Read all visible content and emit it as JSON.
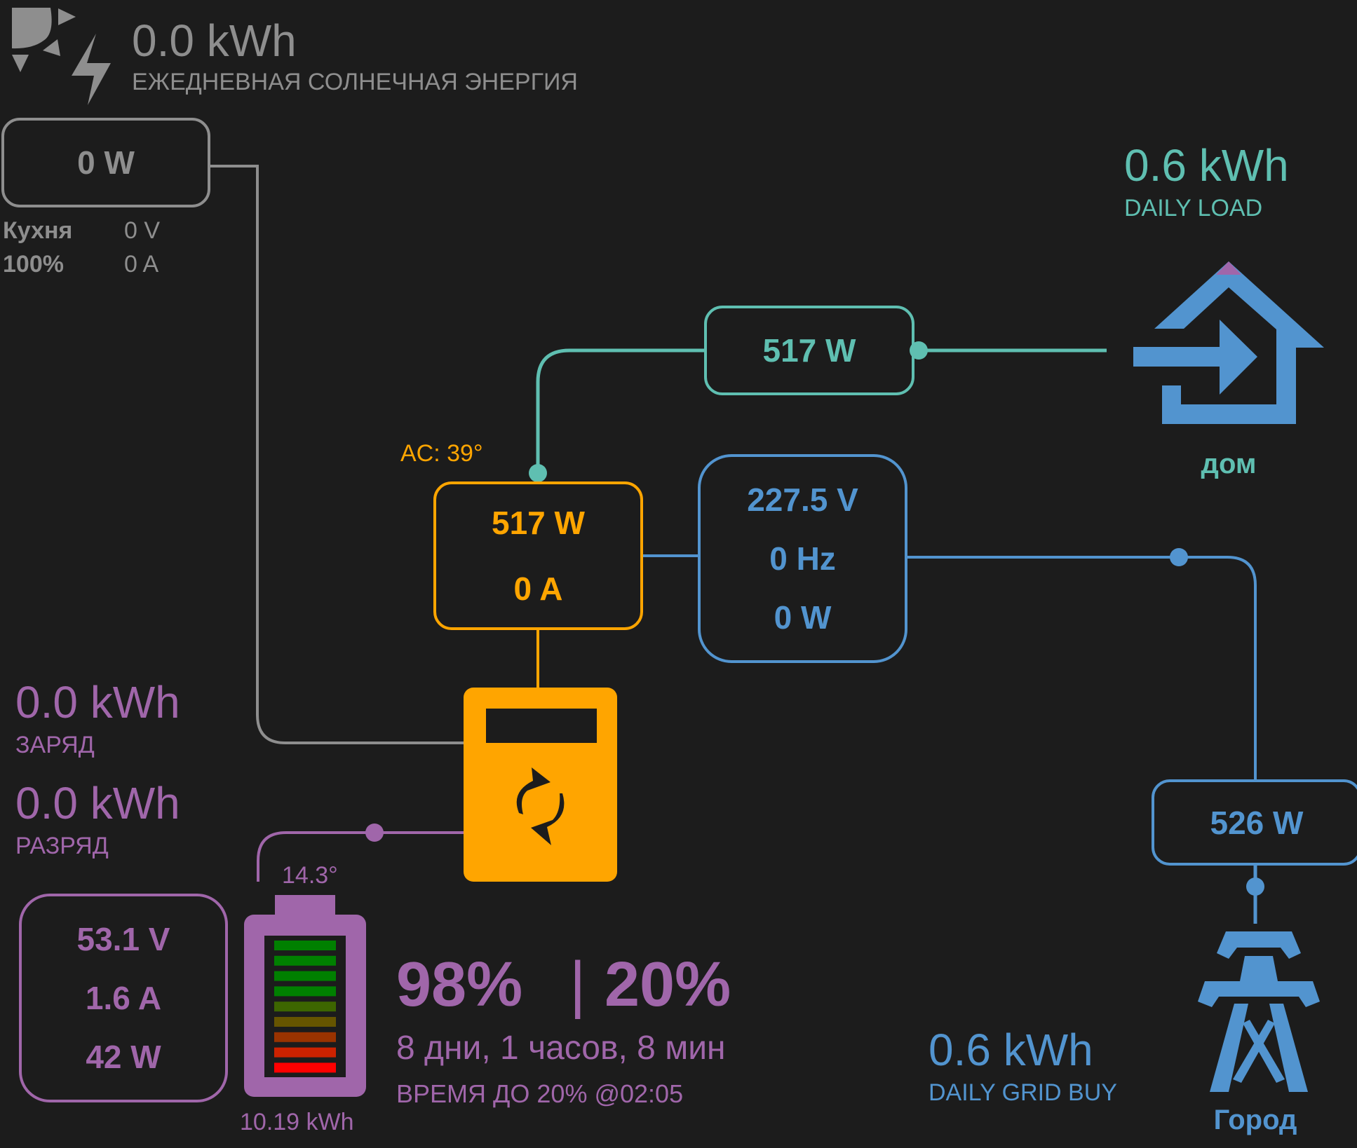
{
  "colors": {
    "solar": "#8e8e8e",
    "load": "#5fbfb1",
    "grid": "#5294cf",
    "inverter": "#ffa500",
    "battery": "#a066aa",
    "background": "#1c1c1c"
  },
  "solar": {
    "daily_energy": "0.0 kWh",
    "daily_label": "ЕЖЕДНЕВНАЯ СОЛНЕЧНАЯ ЭНЕРГИЯ",
    "pv1_power": "0 W",
    "pv1_name": "Кухня",
    "pv1_efficiency": "100%",
    "pv1_voltage": "0 V",
    "pv1_current": "0 A",
    "icon": "solar-sun-bolt-icon"
  },
  "load": {
    "daily_energy": "0.6 kWh",
    "daily_label": "DAILY LOAD",
    "power": "517 W",
    "house_label": "дом",
    "icon": "house-import-icon"
  },
  "inverter": {
    "temp": "AC: 39°",
    "power": "517 W",
    "current": "0 A",
    "icon": "inverter-sync-icon"
  },
  "grid_info": {
    "voltage": "227.5 V",
    "frequency": "0 Hz",
    "power": "0 W"
  },
  "grid": {
    "power": "526 W",
    "daily_energy": "0.6 kWh",
    "daily_label": "DAILY GRID BUY",
    "label": "Город",
    "icon": "transmission-tower-icon"
  },
  "battery": {
    "daily_charge": "0.0 kWh",
    "charge_label": "ЗАРЯД",
    "daily_discharge": "0.0 kWh",
    "discharge_label": "РАЗРЯД",
    "temp": "14.3°",
    "voltage": "53.1 V",
    "current": "1.6 A",
    "power": "42 W",
    "capacity": "10.19 kWh",
    "soc": "98%",
    "soc_percent": 98,
    "separator": "|",
    "shutdown_soc": "20%",
    "runtime": "8 дни, 1 часов, 8 мин",
    "time_to_label": "ВРЕМЯ ДО 20% @02:05",
    "bar_colors": [
      "#008000",
      "#008000",
      "#008000",
      "#008000",
      "#3d6600",
      "#665500",
      "#993300",
      "#cc2200",
      "#ff0000"
    ],
    "icon": "battery-icon"
  }
}
